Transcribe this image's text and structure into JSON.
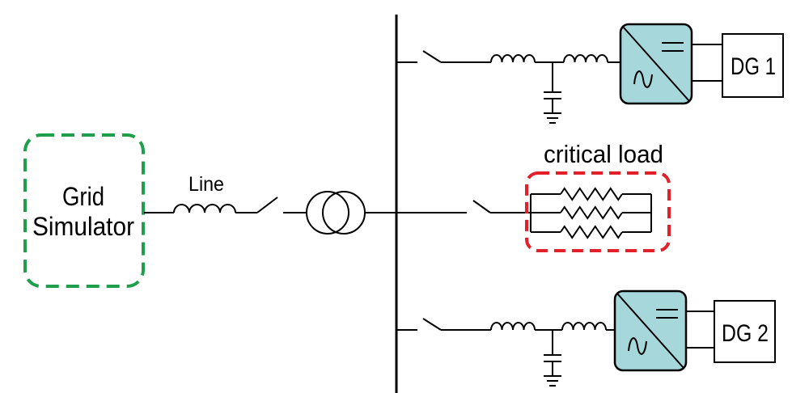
{
  "diagram": {
    "grid_simulator": {
      "line1": "Grid",
      "line2": "Simulator"
    },
    "line_label": "Line",
    "critical_load_label": "critical load",
    "dg1_label": "DG 1",
    "dg2_label": "DG 2"
  },
  "colors": {
    "grid_simulator_border": "#1f9e4b",
    "critical_load_border": "#e3202a",
    "converter_fill": "#a6d7db",
    "wire": "#000000"
  },
  "icons": {
    "converter": "dc-ac-converter-icon",
    "dc_side": "dc-equals-icon",
    "ac_side": "ac-sine-icon",
    "ground": "ground-icon"
  }
}
